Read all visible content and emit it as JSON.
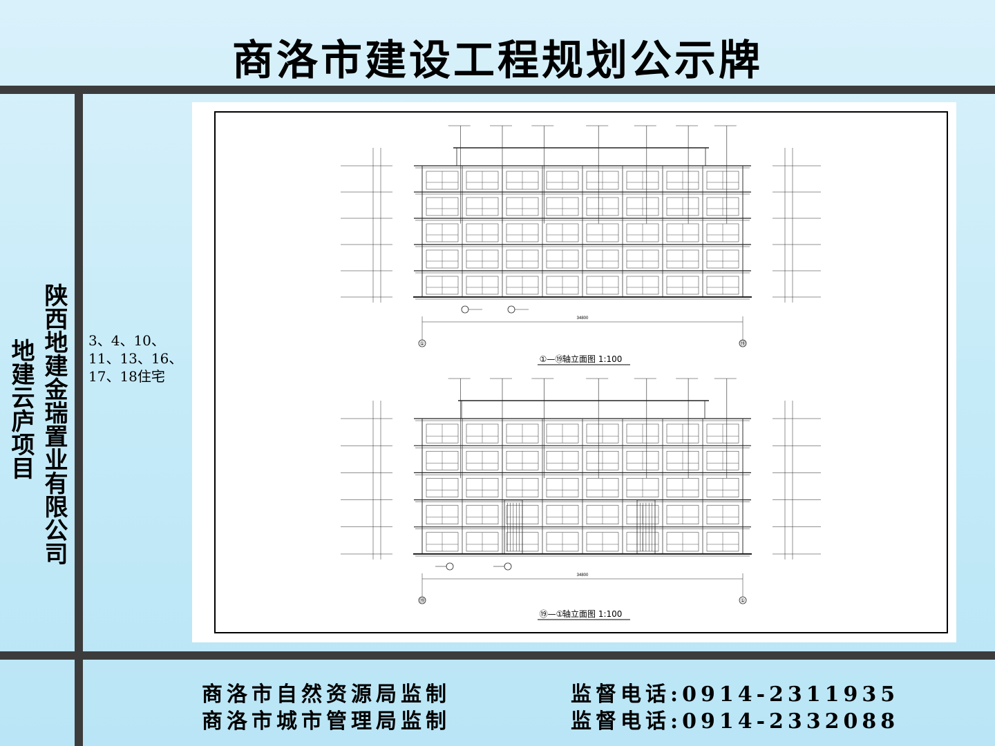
{
  "title": "商洛市建设工程规划公示牌",
  "project_name": "地建云庐项目",
  "company_name": "陕西地建金瑞置业有限公司",
  "buildings": [
    "3、4、10、",
    "11、13、16、",
    "17、18住宅"
  ],
  "drawing": {
    "elevation_top": {
      "caption_axis": "①—⑲",
      "caption": "轴立面图 1:100",
      "left_axis": "①",
      "right_axis": "⑲",
      "width_dim": "34800"
    },
    "elevation_bottom": {
      "caption_axis": "⑲—①",
      "caption": "轴立面图 1:100",
      "left_axis": "⑲",
      "right_axis": "①",
      "width_dim": "34800"
    }
  },
  "footer": {
    "rows": [
      {
        "authority": "商洛市自然资源局监制",
        "phone": "监督电话:0914-2311935"
      },
      {
        "authority": "商洛市城市管理局监制",
        "phone": "监督电话:0914-2332088"
      }
    ]
  },
  "colors": {
    "background": "#c6ebf8",
    "frame": "#3c3c3c",
    "text": "#000000"
  }
}
